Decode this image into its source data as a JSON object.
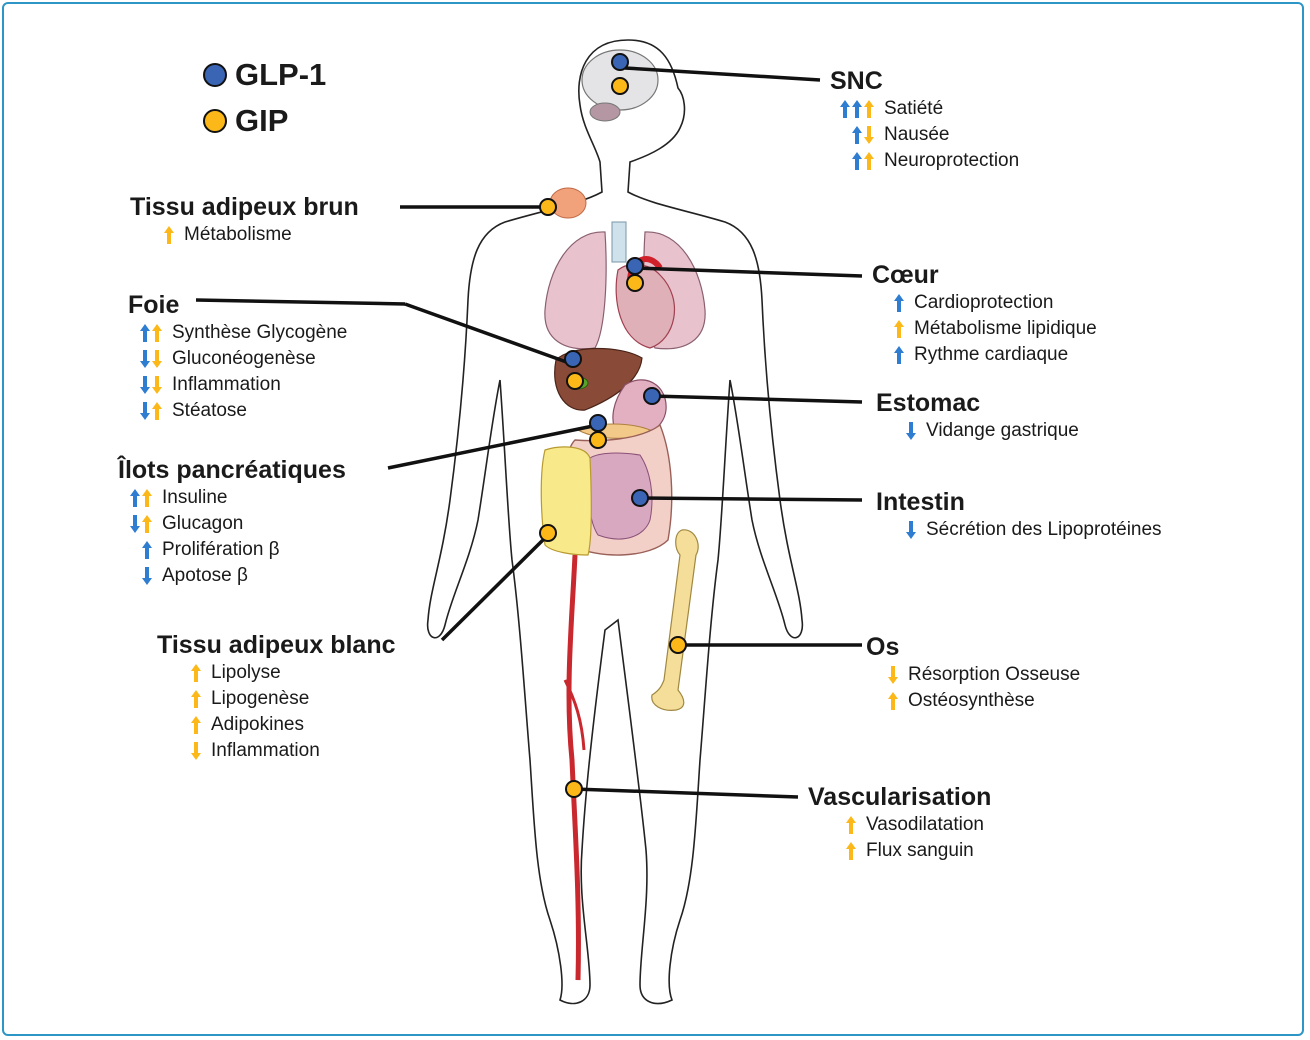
{
  "colors": {
    "glp1": "#3a65b5",
    "gip": "#fbb818",
    "up_blue": "#2e7dd0",
    "frame": "#2e96c6",
    "line": "#111111"
  },
  "legend": [
    {
      "name": "GLP-1",
      "color": "#3a65b5"
    },
    {
      "name": "GIP",
      "color": "#fbb818"
    }
  ],
  "organs": [
    {
      "id": "snc",
      "title": "SNC",
      "effects": [
        {
          "arrows": [
            "up-blue",
            "up-blue",
            "up-yellow"
          ],
          "label": "Satiété"
        },
        {
          "arrows": [
            "up-blue",
            "down-yellow"
          ],
          "label": "Nausée"
        },
        {
          "arrows": [
            "up-blue",
            "up-yellow"
          ],
          "label": "Neuroprotection"
        }
      ]
    },
    {
      "id": "tab",
      "title": "Tissu adipeux brun",
      "effects": [
        {
          "arrows": [
            "up-yellow"
          ],
          "label": "Métabolisme"
        }
      ]
    },
    {
      "id": "coeur",
      "title": "Cœur",
      "effects": [
        {
          "arrows": [
            "up-blue"
          ],
          "label": "Cardioprotection"
        },
        {
          "arrows": [
            "up-yellow"
          ],
          "label": "Métabolisme lipidique"
        },
        {
          "arrows": [
            "up-blue"
          ],
          "label": "Rythme cardiaque"
        }
      ]
    },
    {
      "id": "foie",
      "title": "Foie",
      "effects": [
        {
          "arrows": [
            "up-blue",
            "up-yellow"
          ],
          "label": "Synthèse Glycogène"
        },
        {
          "arrows": [
            "down-blue",
            "down-yellow"
          ],
          "label": "Gluconéogenèse"
        },
        {
          "arrows": [
            "down-blue",
            "down-yellow"
          ],
          "label": "Inflammation"
        },
        {
          "arrows": [
            "down-blue",
            "up-yellow"
          ],
          "label": "Stéatose"
        }
      ]
    },
    {
      "id": "estomac",
      "title": "Estomac",
      "effects": [
        {
          "arrows": [
            "down-blue"
          ],
          "label": "Vidange gastrique"
        }
      ]
    },
    {
      "id": "ilots",
      "title": "Îlots pancréatiques",
      "effects": [
        {
          "arrows": [
            "up-blue",
            "up-yellow"
          ],
          "label": "Insuline"
        },
        {
          "arrows": [
            "down-blue",
            "up-yellow"
          ],
          "label": "Glucagon"
        },
        {
          "arrows": [
            "up-blue"
          ],
          "label": "Prolifération β"
        },
        {
          "arrows": [
            "down-blue"
          ],
          "label": "Apotose β"
        }
      ]
    },
    {
      "id": "intestin",
      "title": "Intestin",
      "effects": [
        {
          "arrows": [
            "down-blue"
          ],
          "label": "Sécrétion des Lipoprotéines"
        }
      ]
    },
    {
      "id": "tablanc",
      "title": "Tissu adipeux blanc",
      "effects": [
        {
          "arrows": [
            "up-yellow"
          ],
          "label": "Lipolyse"
        },
        {
          "arrows": [
            "up-yellow"
          ],
          "label": "Lipogenèse"
        },
        {
          "arrows": [
            "up-yellow"
          ],
          "label": "Adipokines"
        },
        {
          "arrows": [
            "down-yellow"
          ],
          "label": "Inflammation"
        }
      ]
    },
    {
      "id": "os",
      "title": "Os",
      "effects": [
        {
          "arrows": [
            "down-yellow"
          ],
          "label": "Résorption Osseuse"
        },
        {
          "arrows": [
            "up-yellow"
          ],
          "label": "Ostéosynthèse"
        }
      ]
    },
    {
      "id": "vasc",
      "title": "Vascularisation",
      "effects": [
        {
          "arrows": [
            "up-yellow"
          ],
          "label": "Vasodilatation"
        },
        {
          "arrows": [
            "up-yellow"
          ],
          "label": "Flux sanguin"
        }
      ]
    }
  ]
}
